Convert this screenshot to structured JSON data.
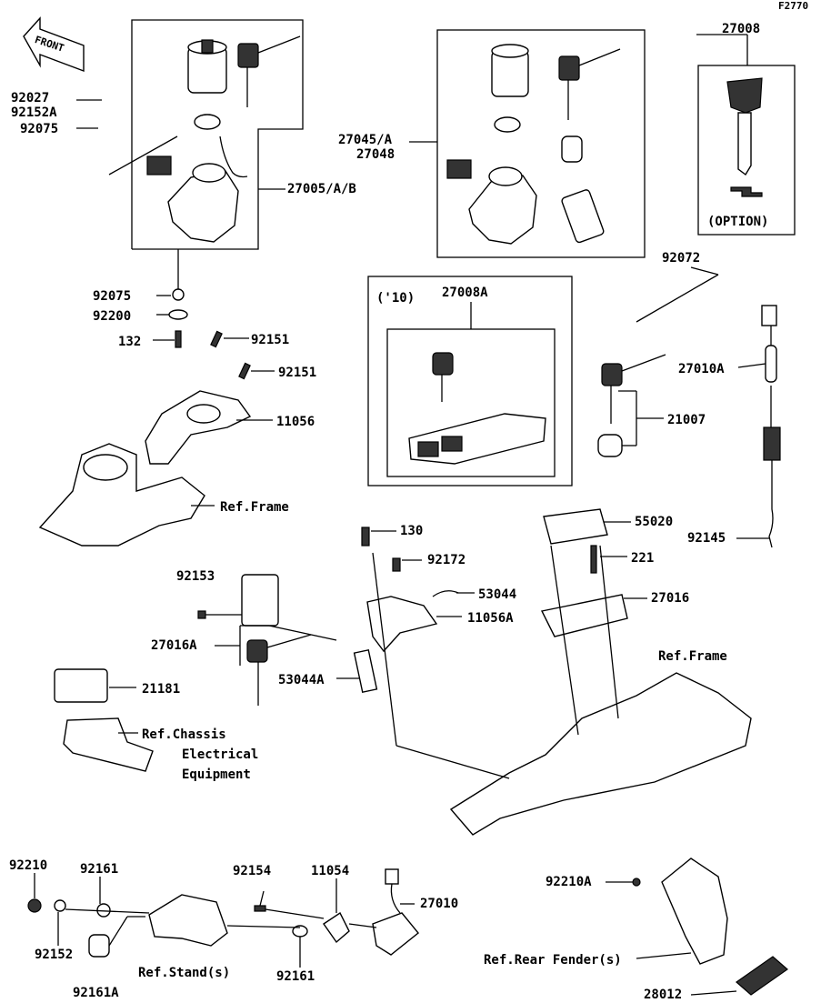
{
  "figure_code": "F2770",
  "front_label": "FRONT",
  "labels": {
    "l27008": "27008",
    "l92027": "92027",
    "l92152A": "92152A",
    "l92075a": "92075",
    "l27005": "27005/A/B",
    "l27045": "27045/A",
    "l27048": "27048",
    "l_option": "(OPTION)",
    "l92072": "92072",
    "l_10": "('10)",
    "l27008A": "27008A",
    "l92075b": "92075",
    "l92200": "92200",
    "l132": "132",
    "l92151a": "92151",
    "l92151b": "92151",
    "l11056": "11056",
    "l27010A": "27010A",
    "l21007": "21007",
    "l_ref_frame1": "Ref.Frame",
    "l130": "130",
    "l92172": "92172",
    "l55020": "55020",
    "l221": "221",
    "l92145": "92145",
    "l92153": "92153",
    "l53044": "53044",
    "l11056A": "11056A",
    "l27016": "27016",
    "l27016A": "27016A",
    "l53044A": "53044A",
    "l_ref_frame2": "Ref.Frame",
    "l21181": "21181",
    "l_ref_chassis": "Ref.Chassis",
    "l_electrical": "Electrical",
    "l_equipment": "Equipment",
    "l92210": "92210",
    "l92161a": "92161",
    "l92154": "92154",
    "l11054": "11054",
    "l27010": "27010",
    "l92152": "92152",
    "l92161A": "92161A",
    "l_ref_stand": "Ref.Stand(s)",
    "l92161b": "92161",
    "l92210A": "92210A",
    "l_ref_rear_fender": "Ref.Rear Fender(s)",
    "l28012": "28012"
  }
}
